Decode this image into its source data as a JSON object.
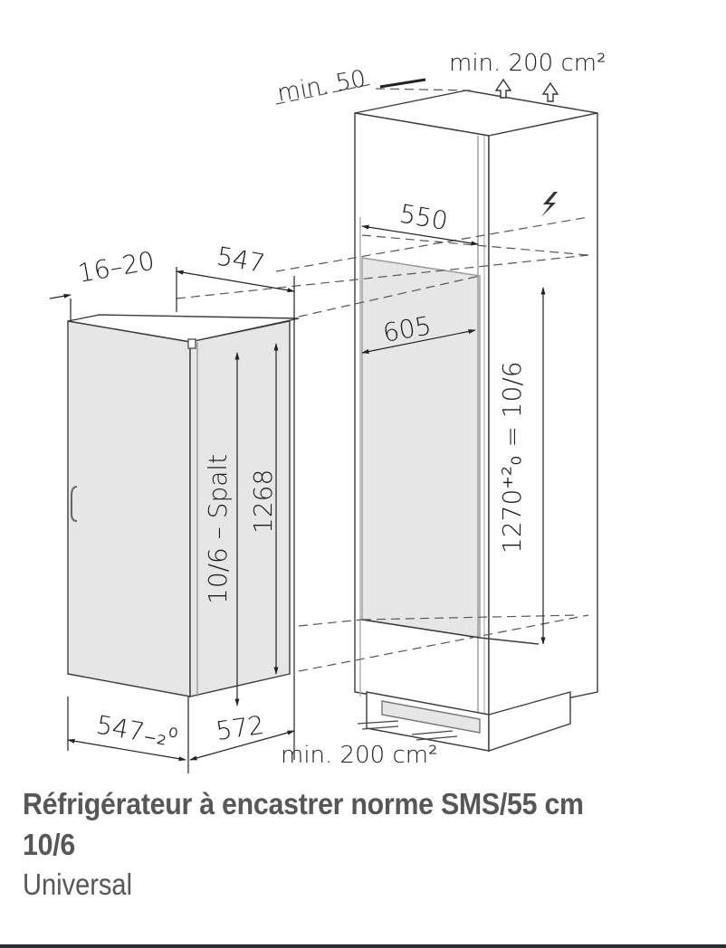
{
  "diagram": {
    "type": "installation-dimensions",
    "labels": {
      "top_vent_gap": "min. 50",
      "top_vent_area": "min. 200 cm²",
      "niche_depth_top": "550",
      "niche_width": "605",
      "appliance_side_gap": "16–20",
      "appliance_depth": "547",
      "spalt": "10/6 – Spalt",
      "appliance_height": "1268",
      "niche_height": "1270⁺²₀ = 10/6",
      "base_width": "547₋₂⁰",
      "base_depth": "572",
      "bottom_vent_area": "min. 200 cm²"
    },
    "colors": {
      "line": "#3c3c3c",
      "fill": "#e6e6e6",
      "text": "#1e1e1e"
    }
  },
  "caption": {
    "title_line1": "Réfrigérateur à encastrer norme SMS/55 cm",
    "title_line2": "10/6",
    "subtitle": "Universal"
  }
}
